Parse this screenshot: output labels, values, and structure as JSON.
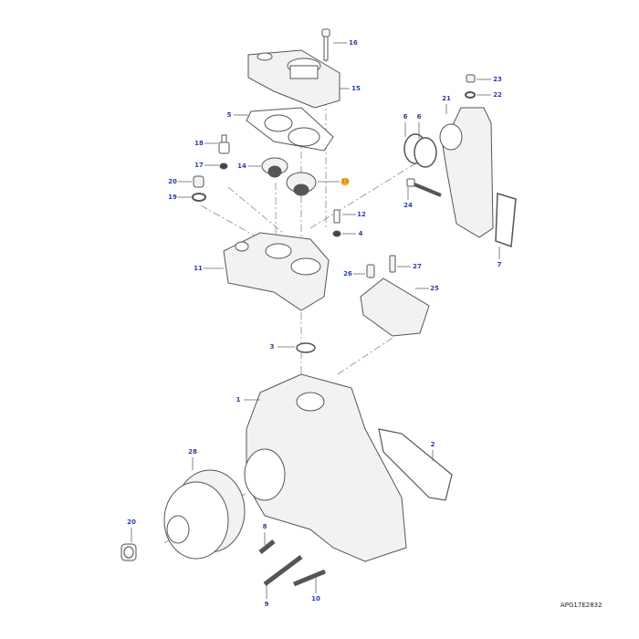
{
  "diagram_code": "APG17E2832",
  "highlight_color": "#f3b33d",
  "label_color": "#2b3bb5",
  "callouts": [
    {
      "id": "16",
      "part": "bolt-top"
    },
    {
      "id": "15",
      "part": "thermostat-housing-cover"
    },
    {
      "id": "5",
      "part": "gasket"
    },
    {
      "id": "18",
      "part": "sensor"
    },
    {
      "id": "17",
      "part": "sensor-washer"
    },
    {
      "id": "14",
      "part": "thermostat-small"
    },
    {
      "id": "13",
      "part": "thermostat-large",
      "highlighted": true
    },
    {
      "id": "20",
      "part": "plug"
    },
    {
      "id": "19",
      "part": "plug-washer"
    },
    {
      "id": "12",
      "part": "screw"
    },
    {
      "id": "4",
      "part": "washer"
    },
    {
      "id": "11",
      "part": "thermostat-housing"
    },
    {
      "id": "23",
      "part": "plug-outlet"
    },
    {
      "id": "22",
      "part": "washer-outlet"
    },
    {
      "id": "21",
      "part": "outlet-pipe"
    },
    {
      "id": "6",
      "part": "o-ring-a"
    },
    {
      "id": "6",
      "part": "o-ring-b"
    },
    {
      "id": "24",
      "part": "long-bolt"
    },
    {
      "id": "7",
      "part": "outlet-gasket"
    },
    {
      "id": "26",
      "part": "bolt-cover"
    },
    {
      "id": "27",
      "part": "screw-cover"
    },
    {
      "id": "25",
      "part": "cover-plate"
    },
    {
      "id": "3",
      "part": "o-ring"
    },
    {
      "id": "1",
      "part": "water-pump"
    },
    {
      "id": "2",
      "part": "pump-gasket"
    },
    {
      "id": "28",
      "part": "pulley"
    },
    {
      "id": "20",
      "part": "pulley-plug"
    },
    {
      "id": "8",
      "part": "pump-bolt-short"
    },
    {
      "id": "9",
      "part": "pump-bolt-long"
    },
    {
      "id": "10",
      "part": "pump-bolt-long-2"
    }
  ]
}
